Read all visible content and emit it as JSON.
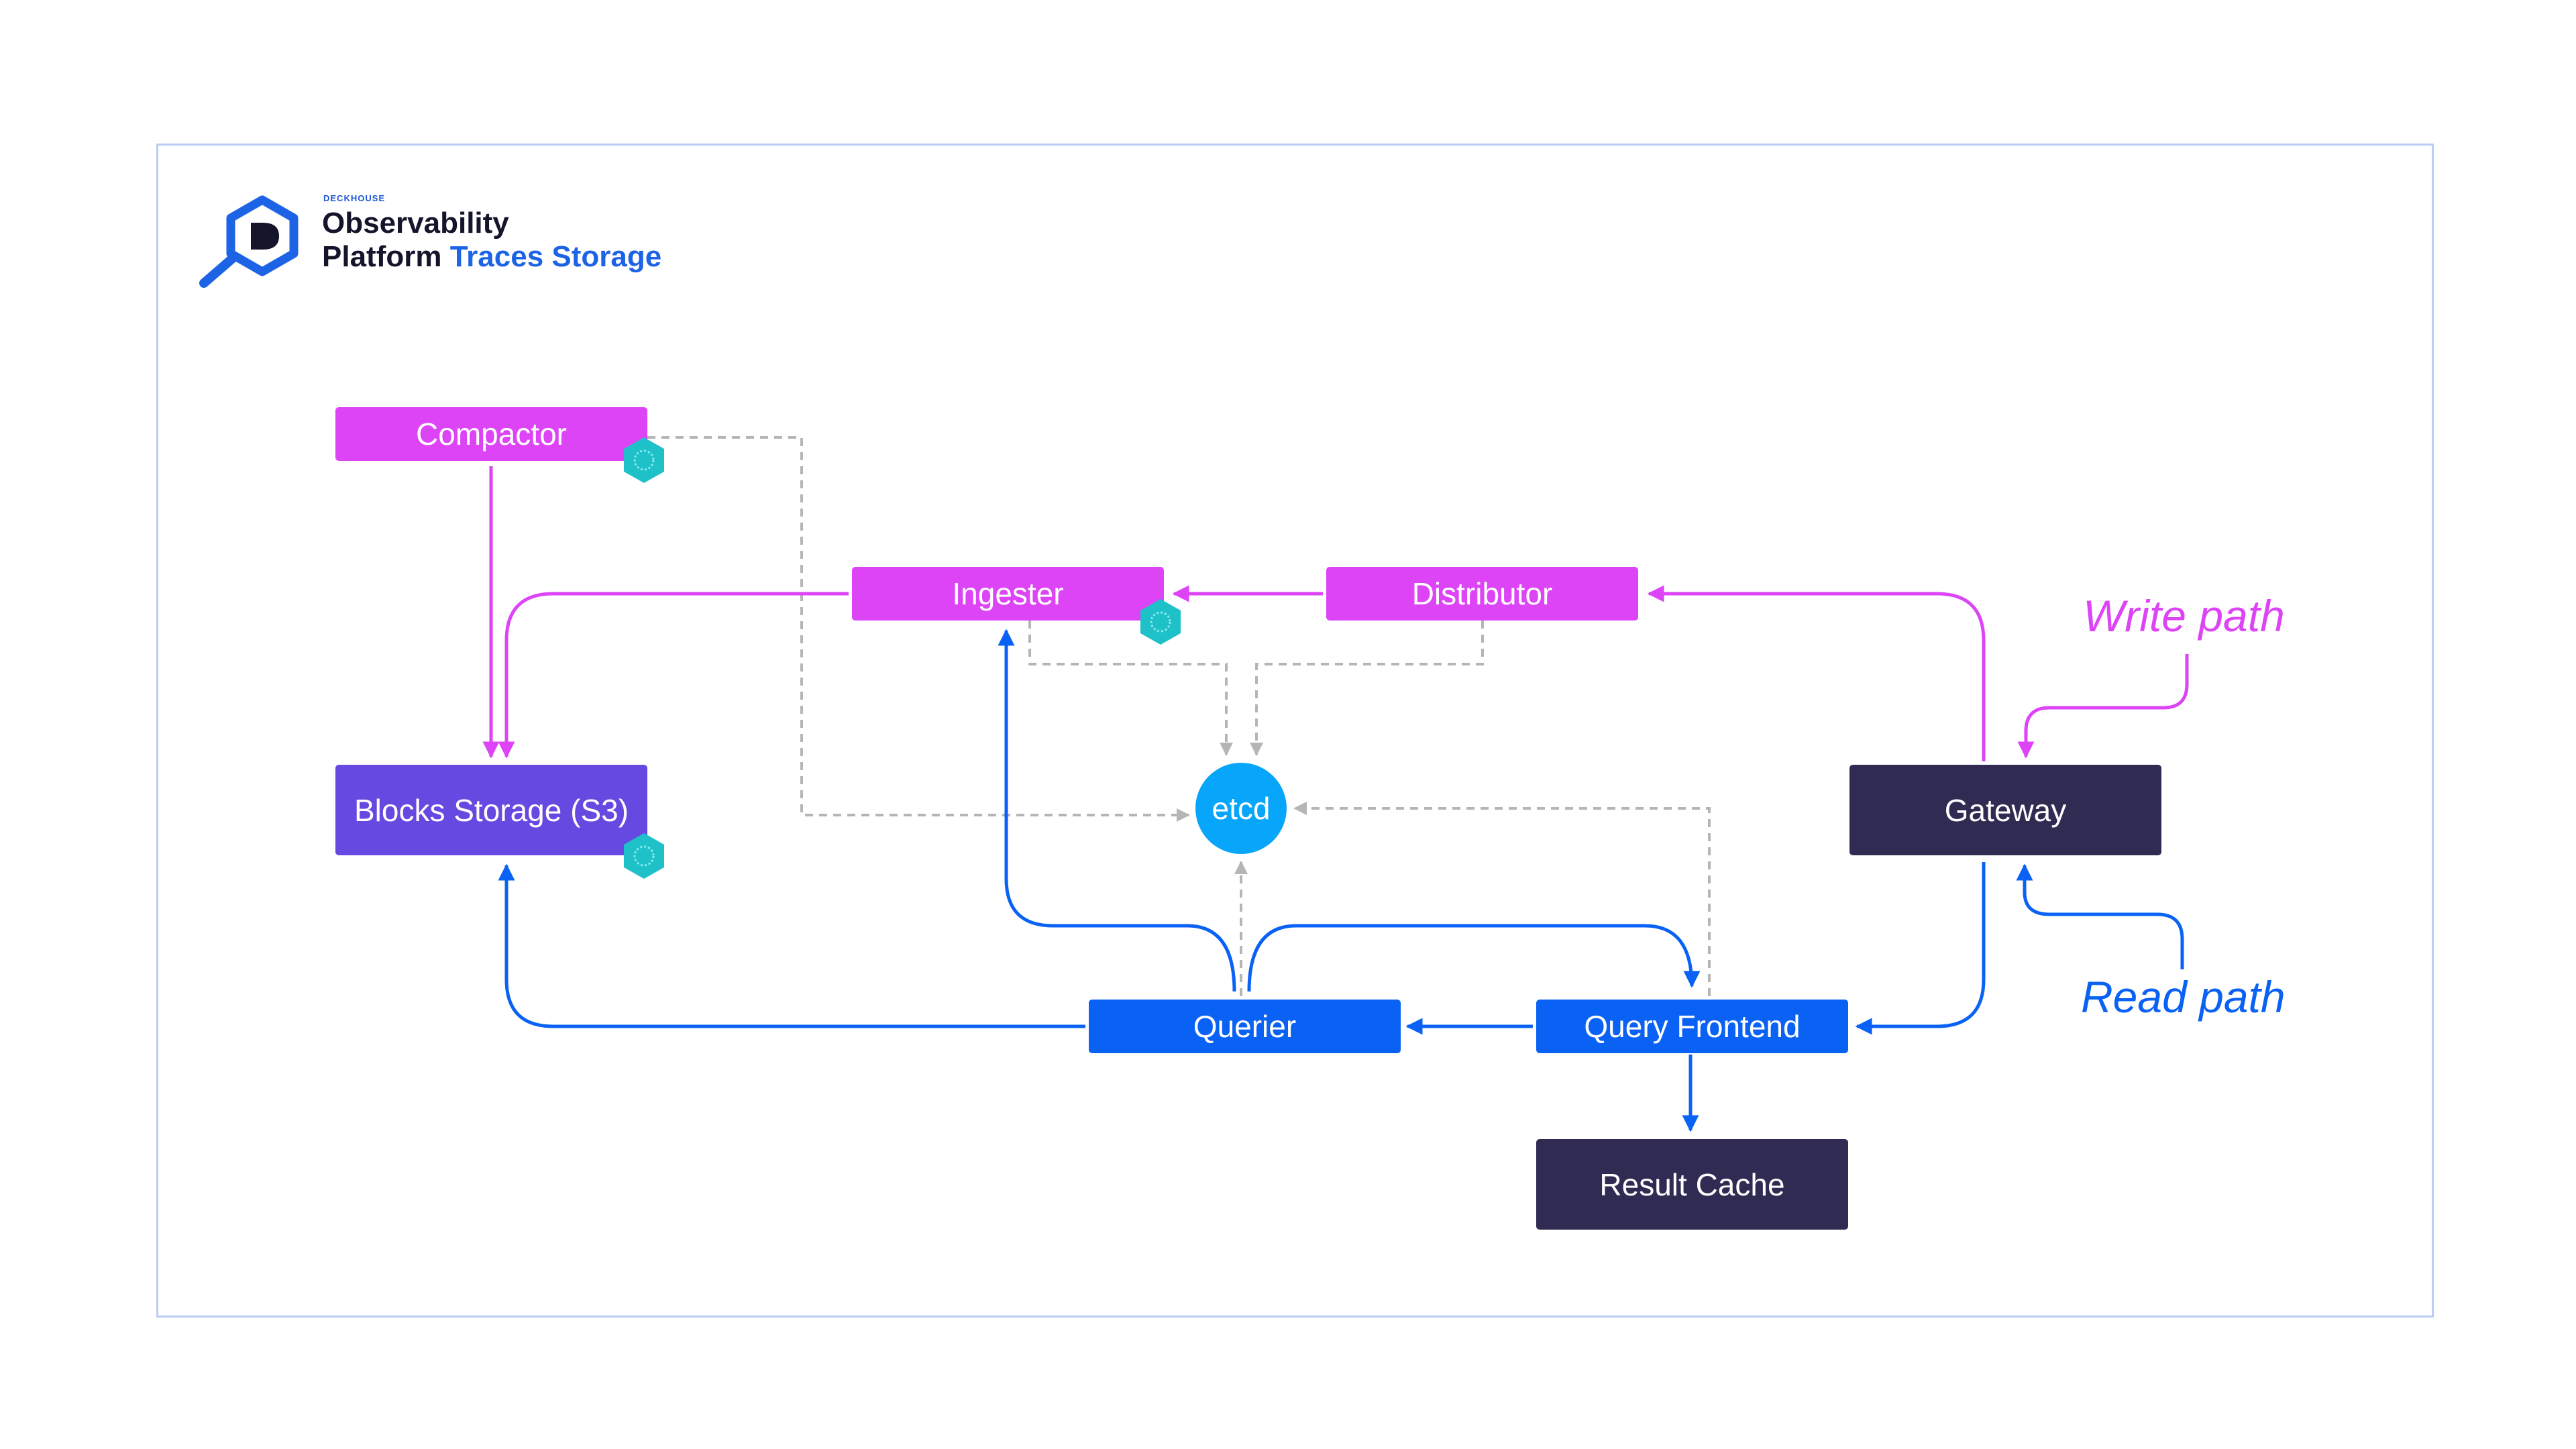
{
  "brand": {
    "small": "DECKHOUSE",
    "line1": "Observability",
    "line2": "Platform",
    "product": "Traces Storage"
  },
  "nodes": {
    "compactor": "Compactor",
    "ingester": "Ingester",
    "distributor": "Distributor",
    "blocks_storage": "Blocks Storage (S3)",
    "etcd": "etcd",
    "gateway": "Gateway",
    "querier": "Querier",
    "query_frontend": "Query Frontend",
    "result_cache": "Result Cache"
  },
  "labels": {
    "write_path": "Write path",
    "read_path": "Read path"
  },
  "colors": {
    "write": "#dc44f5",
    "read": "#0a62f5",
    "storage": "#6549e1",
    "dark": "#302b53",
    "etcd": "#07a6fa",
    "dashed": "#b5b5b5",
    "k8s_badge": "#1fc1c9",
    "frame": "#b9cdf0"
  },
  "icons": {
    "logo": "deckhouse-hexagon-d-icon",
    "badge": "kubernetes-icon"
  }
}
